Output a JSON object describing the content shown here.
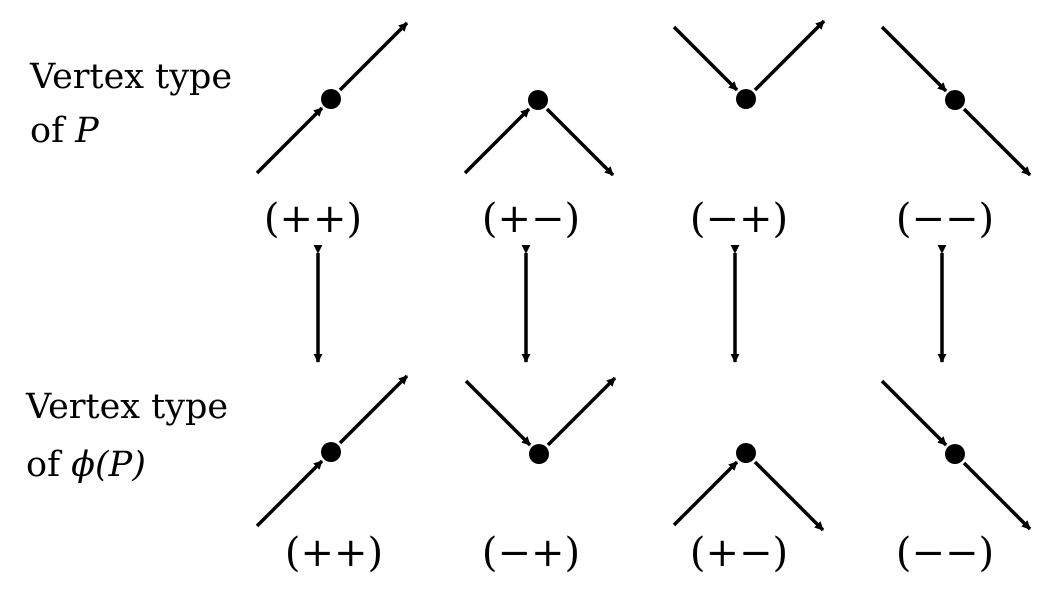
{
  "colors": {
    "ink": "#000000",
    "background": "#ffffff"
  },
  "rows": [
    {
      "label_line1": "Vertex type",
      "label_line2_prefix": "of ",
      "label_line2_math": "P",
      "vertices": [
        {
          "type": "++",
          "label": "(++)"
        },
        {
          "type": "+-",
          "label": "(+−)"
        },
        {
          "type": "-+",
          "label": "(−+)"
        },
        {
          "type": "--",
          "label": "(−−)"
        }
      ]
    },
    {
      "label_line1": "Vertex type",
      "label_line2_prefix": "of ",
      "label_line2_math": "ϕ(P)",
      "vertices": [
        {
          "type": "++",
          "label": "(++)"
        },
        {
          "type": "-+",
          "label": "(−+)"
        },
        {
          "type": "+-",
          "label": "(+−)"
        },
        {
          "type": "--",
          "label": "(−−)"
        }
      ]
    }
  ],
  "correspondence_icon": "double-headed-vertical-arrow"
}
